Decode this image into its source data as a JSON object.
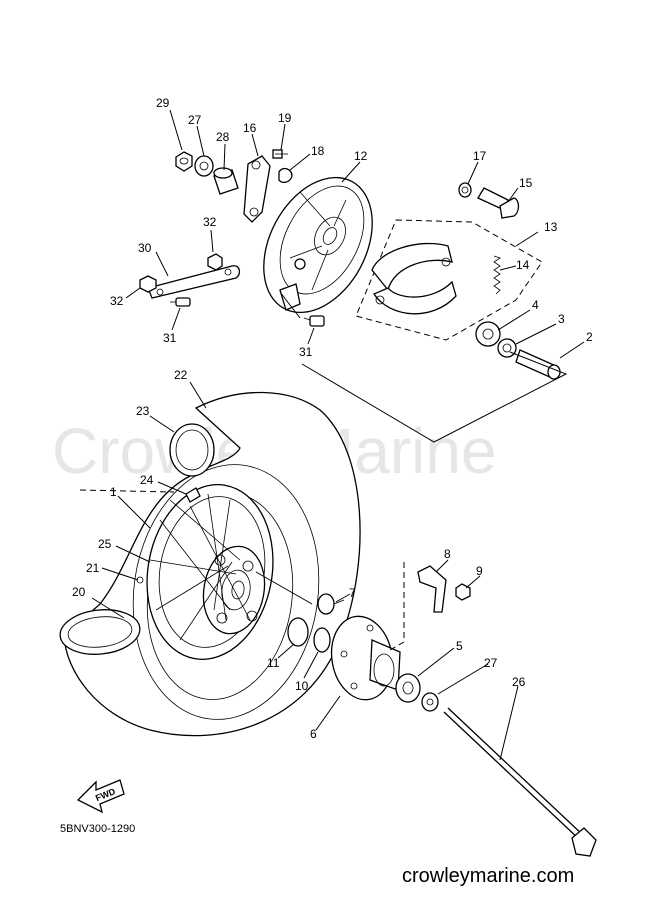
{
  "diagram": {
    "watermark": "Crowley Marine",
    "drawing_code": "5BNV300-1290",
    "site": "crowleymarine.com",
    "fwd_label": "FWD",
    "callouts": [
      {
        "id": "29",
        "label": "29"
      },
      {
        "id": "27a",
        "label": "27"
      },
      {
        "id": "28",
        "label": "28"
      },
      {
        "id": "16",
        "label": "16"
      },
      {
        "id": "19",
        "label": "19"
      },
      {
        "id": "18",
        "label": "18"
      },
      {
        "id": "12",
        "label": "12"
      },
      {
        "id": "17",
        "label": "17"
      },
      {
        "id": "15",
        "label": "15"
      },
      {
        "id": "13",
        "label": "13"
      },
      {
        "id": "14",
        "label": "14"
      },
      {
        "id": "32a",
        "label": "32"
      },
      {
        "id": "30",
        "label": "30"
      },
      {
        "id": "32b",
        "label": "32"
      },
      {
        "id": "31a",
        "label": "31"
      },
      {
        "id": "31b",
        "label": "31"
      },
      {
        "id": "4",
        "label": "4"
      },
      {
        "id": "3",
        "label": "3"
      },
      {
        "id": "2",
        "label": "2"
      },
      {
        "id": "22",
        "label": "22"
      },
      {
        "id": "23",
        "label": "23"
      },
      {
        "id": "24",
        "label": "24"
      },
      {
        "id": "1",
        "label": "1"
      },
      {
        "id": "25",
        "label": "25"
      },
      {
        "id": "21",
        "label": "21"
      },
      {
        "id": "20",
        "label": "20"
      },
      {
        "id": "8",
        "label": "8"
      },
      {
        "id": "9",
        "label": "9"
      },
      {
        "id": "7",
        "label": "7"
      },
      {
        "id": "11",
        "label": "11"
      },
      {
        "id": "10",
        "label": "10"
      },
      {
        "id": "5",
        "label": "5"
      },
      {
        "id": "27b",
        "label": "27"
      },
      {
        "id": "26",
        "label": "26"
      },
      {
        "id": "6",
        "label": "6"
      }
    ]
  }
}
